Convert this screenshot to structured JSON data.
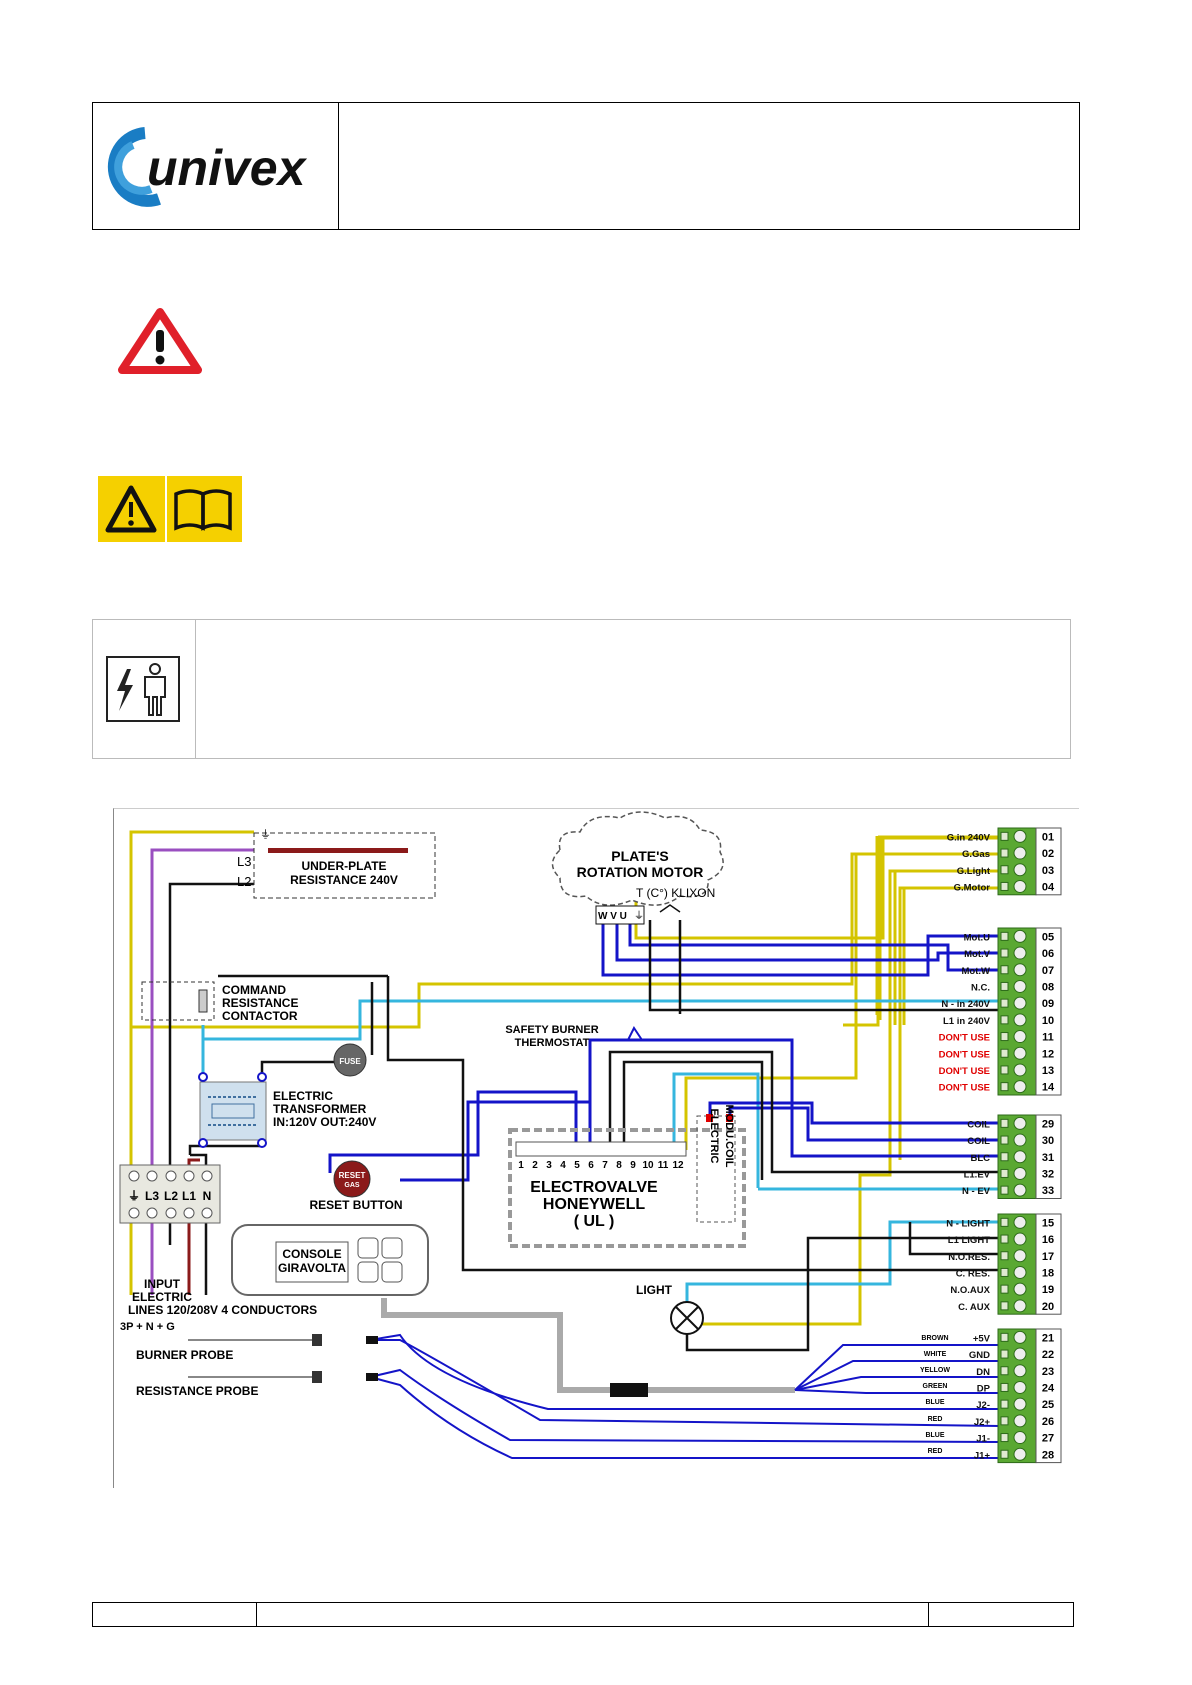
{
  "header": {
    "logo_text": "univex"
  },
  "colors": {
    "yellow": "#d4c400",
    "blue": "#1414c8",
    "cyan": "#35b6de",
    "purple": "#9a4fc0",
    "darkred": "#8b1a1a",
    "green_terminal": "#5aa832",
    "red_text": "#e00000",
    "gray": "#999999"
  },
  "icons": {
    "warning": "warning-triangle-icon",
    "read_manual": "read-manual-icon",
    "electrician": "electrician-icon"
  },
  "diagram": {
    "labels": {
      "l3": "L3",
      "l2": "L2",
      "under_plate_1": "UNDER-PLATE",
      "under_plate_2": "RESISTANCE 240V",
      "motor_1": "PLATE'S",
      "motor_2": "ROTATION MOTOR",
      "klixon": "T (C°) KLIXON",
      "wvu": "W V U",
      "contactor_1": "COMMAND",
      "contactor_2": "RESISTANCE",
      "contactor_3": "CONTACTOR",
      "fuse": "FUSE",
      "transformer_1": "ELECTRIC",
      "transformer_2": "TRANSFORMER",
      "transformer_3": "IN:120V OUT:240V",
      "safety_1": "SAFETY BURNER",
      "safety_2": "THERMOSTAT",
      "reset_1": "RESET",
      "reset_2": "GAS",
      "reset_button": "RESET BUTTON",
      "valve_1": "ELECTROVALVE",
      "valve_2": "HONEYWELL",
      "valve_3": "( UL )",
      "valve_pins": [
        "1",
        "2",
        "3",
        "4",
        "5",
        "6",
        "7",
        "8",
        "9",
        "10",
        "11",
        "12"
      ],
      "electric": "ELECTRIC",
      "moducoil": "MODU.COIL",
      "console_1": "CONSOLE",
      "console_2": "GIRAVOLTA",
      "light": "LIGHT",
      "input_1": "INPUT",
      "input_2": "ELECTRIC",
      "input_3": "LINES 120/208V 4 CONDUCTORS",
      "input_4": "3P + N + G",
      "input_terms": [
        "L3",
        "L2",
        "L1",
        "N"
      ],
      "burner_probe": "BURNER PROBE",
      "resistance_probe": "RESISTANCE PROBE"
    },
    "terminals": [
      {
        "num": "01",
        "label": "G.in 240V",
        "red": false
      },
      {
        "num": "02",
        "label": "G.Gas",
        "red": false
      },
      {
        "num": "03",
        "label": "G.Light",
        "red": false
      },
      {
        "num": "04",
        "label": "G.Motor",
        "red": false
      },
      {
        "num": "05",
        "label": "Mot.U",
        "red": false
      },
      {
        "num": "06",
        "label": "Mot.V",
        "red": false
      },
      {
        "num": "07",
        "label": "Mot.W",
        "red": false
      },
      {
        "num": "08",
        "label": "N.C.",
        "red": false
      },
      {
        "num": "09",
        "label": "N - in 240V",
        "red": false
      },
      {
        "num": "10",
        "label": "L1 in 240V",
        "red": false
      },
      {
        "num": "11",
        "label": "DON'T  USE",
        "red": true
      },
      {
        "num": "12",
        "label": "DON'T  USE",
        "red": true
      },
      {
        "num": "13",
        "label": "DON'T  USE",
        "red": true
      },
      {
        "num": "14",
        "label": "DON'T  USE",
        "red": true
      },
      {
        "num": "29",
        "label": "COIL",
        "red": false
      },
      {
        "num": "30",
        "label": "COIL",
        "red": false
      },
      {
        "num": "31",
        "label": "BLC",
        "red": false
      },
      {
        "num": "32",
        "label": "L1.EV",
        "red": false
      },
      {
        "num": "33",
        "label": "N - EV",
        "red": false
      },
      {
        "num": "15",
        "label": "N - LIGHT",
        "red": false
      },
      {
        "num": "16",
        "label": "L1 LIGHT",
        "red": false
      },
      {
        "num": "17",
        "label": "N.O.RES.",
        "red": false
      },
      {
        "num": "18",
        "label": "C. RES.",
        "red": false
      },
      {
        "num": "19",
        "label": "N.O.AUX",
        "red": false
      },
      {
        "num": "20",
        "label": "C. AUX",
        "red": false
      },
      {
        "num": "21",
        "label": "+5V",
        "red": false
      },
      {
        "num": "22",
        "label": "GND",
        "red": false
      },
      {
        "num": "23",
        "label": "DN",
        "red": false
      },
      {
        "num": "24",
        "label": "DP",
        "red": false
      },
      {
        "num": "25",
        "label": "J2-",
        "red": false
      },
      {
        "num": "26",
        "label": "J2+",
        "red": false
      },
      {
        "num": "27",
        "label": "J1-",
        "red": false
      },
      {
        "num": "28",
        "label": "J1+",
        "red": false
      }
    ],
    "wire_colors": [
      "BROWN",
      "WHITE",
      "YELLOW",
      "GREEN",
      "BLUE",
      "RED",
      "BLUE",
      "RED"
    ]
  }
}
